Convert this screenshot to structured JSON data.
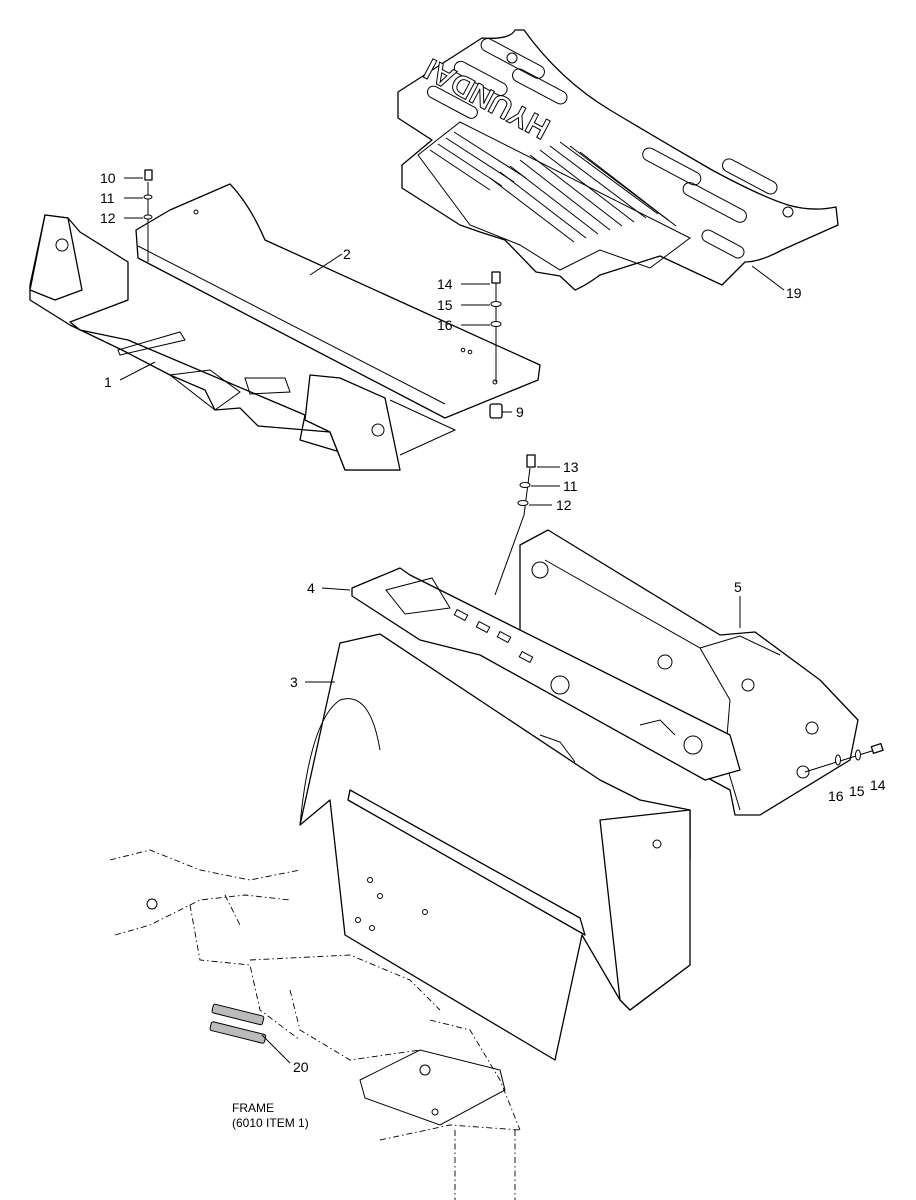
{
  "diagram": {
    "logo_text": "HYUNDAI",
    "frame_note_line1": "FRAME",
    "frame_note_line2": "(6010 ITEM 1)",
    "callouts": [
      {
        "id": "c1",
        "label": "1"
      },
      {
        "id": "c2",
        "label": "2"
      },
      {
        "id": "c3",
        "label": "3"
      },
      {
        "id": "c4",
        "label": "4"
      },
      {
        "id": "c5",
        "label": "5"
      },
      {
        "id": "c9",
        "label": "9"
      },
      {
        "id": "c10",
        "label": "10"
      },
      {
        "id": "c11a",
        "label": "11"
      },
      {
        "id": "c12a",
        "label": "12"
      },
      {
        "id": "c13",
        "label": "13"
      },
      {
        "id": "c11b",
        "label": "11"
      },
      {
        "id": "c12b",
        "label": "12"
      },
      {
        "id": "c14a",
        "label": "14"
      },
      {
        "id": "c15a",
        "label": "15"
      },
      {
        "id": "c16a",
        "label": "16"
      },
      {
        "id": "c14b",
        "label": "14"
      },
      {
        "id": "c15b",
        "label": "15"
      },
      {
        "id": "c16b",
        "label": "16"
      },
      {
        "id": "c19",
        "label": "19"
      },
      {
        "id": "c20",
        "label": "20"
      }
    ]
  }
}
